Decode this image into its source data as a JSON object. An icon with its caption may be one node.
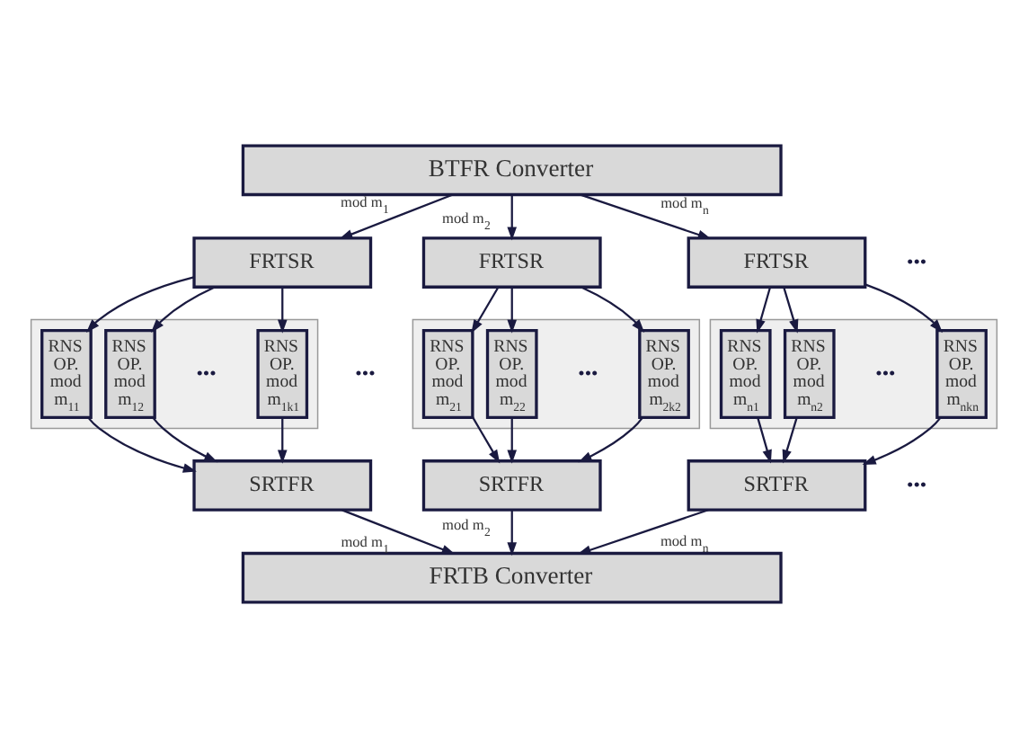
{
  "diagram": {
    "nodes": [
      {
        "text": [
          "BTFR Converter"
        ]
      },
      {
        "text": [
          "FRTSR"
        ]
      },
      {
        "text": [
          "FRTSR"
        ]
      },
      {
        "text": [
          "FRTSR"
        ]
      },
      {
        "text": [],
        "shape": "box"
      },
      {
        "text": [
          "RNS OP. mod m$_{11}$"
        ],
        "in": 4
      },
      {
        "text": [
          "RNS OP. mod m$_{12}$"
        ],
        "in": 4
      },
      {
        "text": [
          "RNS OP. mod m$_{1k1}$"
        ],
        "in": 4
      },
      {
        "text": [],
        "shape": "box"
      },
      {
        "text": [
          "RNS OP. mod m$_{21}$"
        ],
        "in": 8
      },
      {
        "text": [
          "RNS OP. mod m$_{22}$"
        ],
        "in": 8
      },
      {
        "text": [
          "RNS OP. mod m$_{2k2}$"
        ],
        "in": 8
      },
      {
        "text": [],
        "shape": "box"
      },
      {
        "text": [
          "RNS OP. mod m$_{n1}$"
        ],
        "in": 12
      },
      {
        "text": [
          "RNS OP. mod m$_{n2}$"
        ],
        "in": 12
      },
      {
        "text": [
          "RNS OP. mod m$_{nkn}$"
        ],
        "in": 12
      },
      {
        "text": [
          "SRTFR"
        ]
      },
      {
        "text": [
          "SRTFR"
        ]
      },
      {
        "text": [
          "SRTFR"
        ]
      },
      {
        "text": [
          "FRTB Converter"
        ]
      }
    ],
    "edges": [
      {
        "from": 0,
        "to": 1,
        "arrow": "to",
        "label": "mod m$_{1}$"
      },
      {
        "from": 0,
        "to": 2,
        "arrow": "to",
        "label": "mod m$_{2}$"
      },
      {
        "from": 0,
        "to": 3,
        "arrow": "to",
        "label": "mod m$_{n}$"
      },
      {
        "from": 1,
        "to": 5,
        "arrow": "to"
      },
      {
        "from": 1,
        "to": 6,
        "arrow": "to"
      },
      {
        "from": 1,
        "to": 7,
        "arrow": "to"
      },
      {
        "from": 2,
        "to": 9,
        "arrow": "to"
      },
      {
        "from": 2,
        "to": 10,
        "arrow": "to"
      },
      {
        "from": 2,
        "to": 11,
        "arrow": "to"
      },
      {
        "from": 3,
        "to": 13,
        "arrow": "to"
      },
      {
        "from": 3,
        "to": 14,
        "arrow": "to"
      },
      {
        "from": 3,
        "to": 15,
        "arrow": "to"
      },
      {
        "from": 5,
        "to": 16,
        "arrow": "to"
      },
      {
        "from": 6,
        "to": 16,
        "arrow": "to"
      },
      {
        "from": 7,
        "to": 16,
        "arrow": "to"
      },
      {
        "from": 9,
        "to": 17,
        "arrow": "to"
      },
      {
        "from": 10,
        "to": 17,
        "arrow": "to"
      },
      {
        "from": 11,
        "to": 17,
        "arrow": "to"
      },
      {
        "from": 13,
        "to": 18,
        "arrow": "to"
      },
      {
        "from": 14,
        "to": 18,
        "arrow": "to"
      },
      {
        "from": 15,
        "to": 18,
        "arrow": "to"
      },
      {
        "from": 16,
        "to": 19,
        "arrow": "to",
        "label": "mod m$_{1}$"
      },
      {
        "from": 17,
        "to": 19,
        "arrow": "to",
        "label": "mod m$_{2}$"
      },
      {
        "from": 18,
        "to": 19,
        "arrow": "to",
        "label": "mod m$_{n}$"
      }
    ],
    "labels": [
      "•••",
      "•••",
      "•••",
      "•••",
      "•••",
      "•••"
    ]
  }
}
